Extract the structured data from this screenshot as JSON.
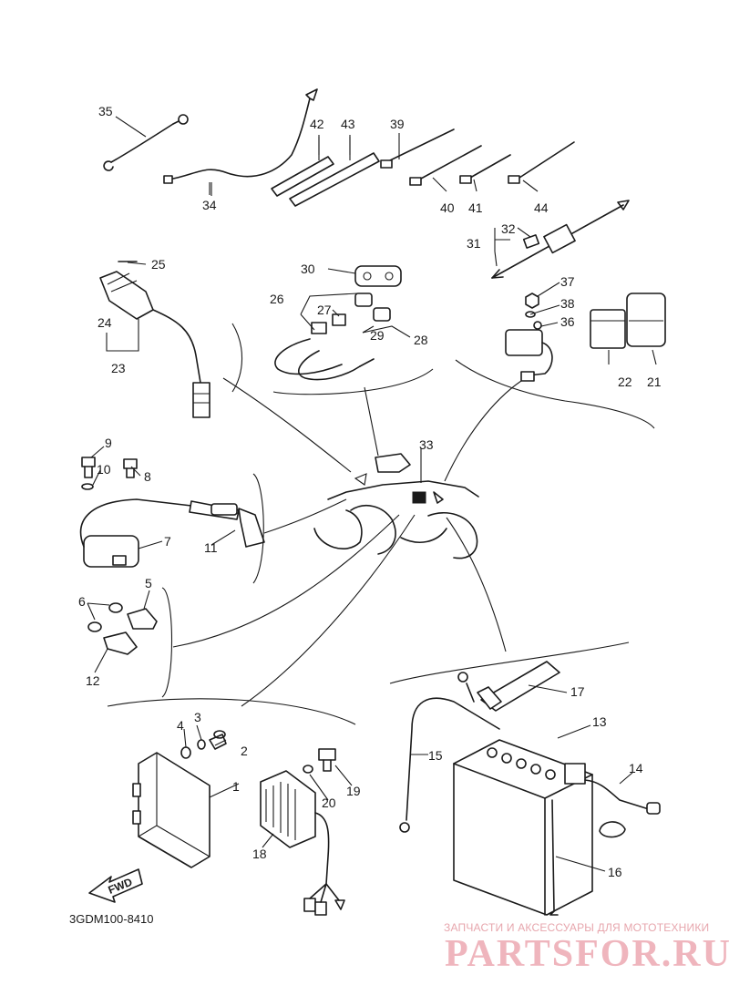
{
  "diagram_code": "3GDM100-8410",
  "fwd_label": "FWD",
  "watermark": {
    "line1": "ЗАПЧАСТИ И АКСЕССУАРЫ ДЛЯ МОТОТЕХНИКИ",
    "line2": "PARTSFOR.RU"
  },
  "callouts": [
    "1",
    "2",
    "3",
    "4",
    "5",
    "6",
    "7",
    "8",
    "9",
    "10",
    "11",
    "12",
    "13",
    "14",
    "15",
    "16",
    "17",
    "18",
    "19",
    "20",
    "21",
    "22",
    "23",
    "24",
    "25",
    "26",
    "27",
    "28",
    "29",
    "30",
    "31",
    "32",
    "33",
    "34",
    "35",
    "36",
    "37",
    "38",
    "39",
    "40",
    "41",
    "42",
    "43",
    "44"
  ],
  "colors": {
    "line": "#1a1a1a",
    "watermark": "#efb5bd"
  }
}
